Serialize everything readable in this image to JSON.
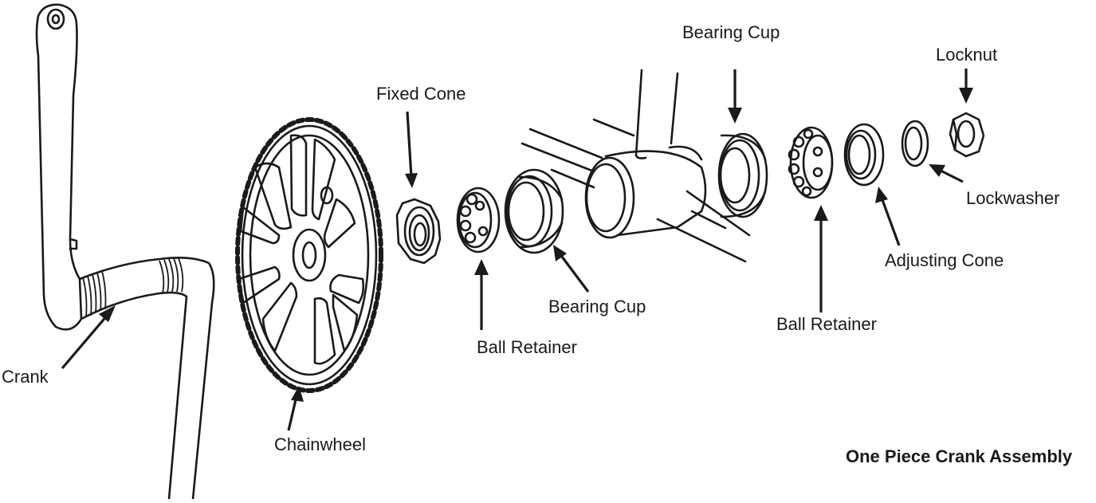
{
  "diagram": {
    "title": "One Piece Crank Assembly",
    "labels": {
      "crank": "Crank",
      "chainwheel": "Chainwheel",
      "fixed_cone": "Fixed Cone",
      "ball_retainer_left": "Ball Retainer",
      "bearing_cup_left": "Bearing Cup",
      "bearing_cup_right": "Bearing Cup",
      "ball_retainer_right": "Ball Retainer",
      "adjusting_cone": "Adjusting Cone",
      "locknut": "Locknut",
      "lockwasher": "Lockwasher"
    }
  }
}
